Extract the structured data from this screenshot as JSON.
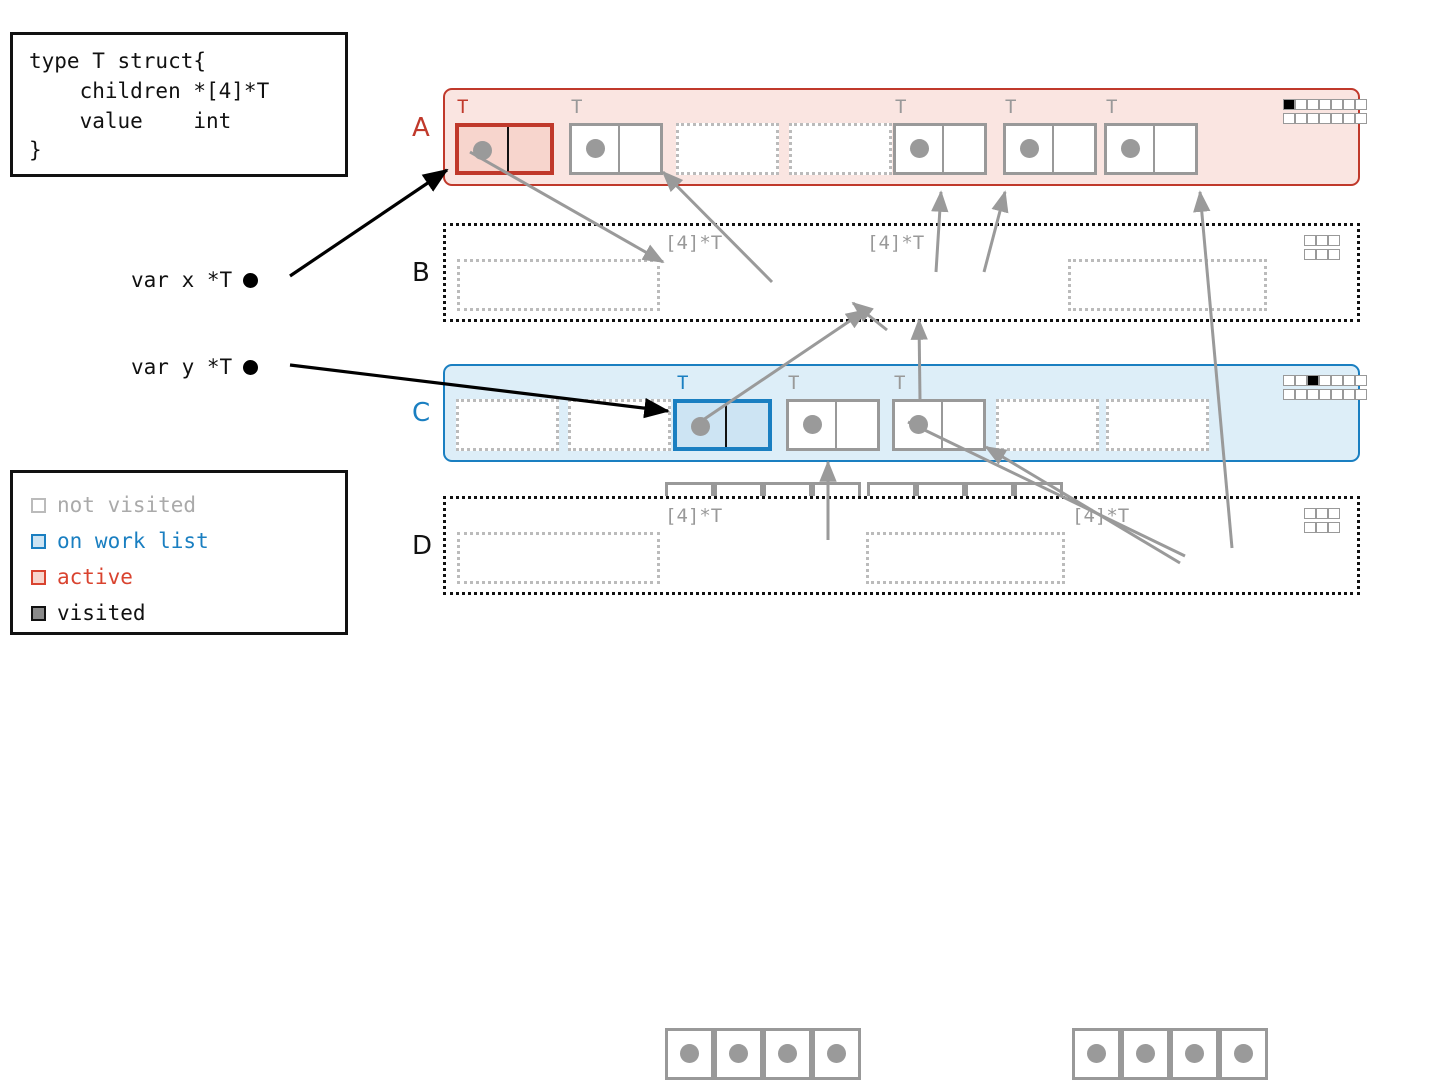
{
  "code_box": {
    "name": "type-definition",
    "text": "type T struct{\n    children *[4]*T\n    value    int\n}"
  },
  "legend": {
    "items": [
      {
        "label": "not visited",
        "color": "#aaaaaa",
        "fill": "#ffffff",
        "text_color": "#aaaaaa"
      },
      {
        "label": "on work list",
        "color": "#1a7fc1",
        "fill": "#cde4f3",
        "text_color": "#1a7fc1"
      },
      {
        "label": "active",
        "color": "#d9432f",
        "fill": "#f7d5cd",
        "text_color": "#d9432f"
      },
      {
        "label": "visited",
        "color": "#111111",
        "fill": "#8a8a8a",
        "text_color": "#111111"
      }
    ]
  },
  "variables": [
    {
      "label": "var x *T",
      "points_to": "row-a-cell-0"
    },
    {
      "label": "var y *T",
      "points_to": "row-c-cell-2"
    }
  ],
  "colors": {
    "active_border": "#c0392b",
    "active_fill": "#f7d5cd",
    "worklist_border": "#1a7fc1",
    "worklist_fill": "#cde4f3",
    "row_a_band": "#fae5e1",
    "row_c_band": "#ddeef8",
    "not_visited": "#999999",
    "pointer_arrow": "#9a9a9a",
    "root_arrow": "#000000"
  },
  "rows": [
    {
      "label": "A",
      "kind": "object-span",
      "state": "active",
      "border_style": "solid",
      "cells": [
        {
          "type": "object",
          "tag": "T",
          "state": "active",
          "has_pointer_field": true,
          "has_value_field": true
        },
        {
          "type": "object",
          "tag": "T",
          "state": "not-visited",
          "has_pointer_field": true,
          "has_value_field": true
        },
        {
          "type": "free",
          "tag": "",
          "state": "empty"
        },
        {
          "type": "free",
          "tag": "",
          "state": "empty"
        },
        {
          "type": "object",
          "tag": "T",
          "state": "not-visited",
          "has_pointer_field": true,
          "has_value_field": true
        },
        {
          "type": "object",
          "tag": "T",
          "state": "not-visited",
          "has_pointer_field": true,
          "has_value_field": true
        },
        {
          "type": "object",
          "tag": "T",
          "state": "not-visited",
          "has_pointer_field": true,
          "has_value_field": true
        }
      ],
      "bitmap": {
        "cols": 7,
        "rows": 2,
        "on": [
          [
            0,
            0
          ]
        ]
      }
    },
    {
      "label": "B",
      "kind": "array-span",
      "state": "not-visited",
      "border_style": "dashed",
      "cells": [
        {
          "type": "free",
          "tag": "",
          "state": "empty",
          "span": "wide"
        },
        {
          "type": "array",
          "tag": "[4]*T",
          "state": "not-visited",
          "slots": 4
        },
        {
          "type": "array",
          "tag": "[4]*T",
          "state": "not-visited",
          "slots": 4
        },
        {
          "type": "free",
          "tag": "",
          "state": "empty",
          "span": "wide"
        }
      ],
      "bitmap": {
        "cols": 3,
        "rows": 2,
        "on": []
      }
    },
    {
      "label": "C",
      "kind": "object-span",
      "state": "on-work-list",
      "border_style": "solid",
      "cells": [
        {
          "type": "free",
          "tag": "",
          "state": "empty"
        },
        {
          "type": "free",
          "tag": "",
          "state": "empty"
        },
        {
          "type": "object",
          "tag": "T",
          "state": "on-work-list",
          "has_pointer_field": true,
          "has_value_field": true
        },
        {
          "type": "object",
          "tag": "T",
          "state": "not-visited",
          "has_pointer_field": true,
          "has_value_field": true
        },
        {
          "type": "object",
          "tag": "T",
          "state": "not-visited",
          "has_pointer_field": true,
          "has_value_field": true
        },
        {
          "type": "free",
          "tag": "",
          "state": "empty"
        },
        {
          "type": "free",
          "tag": "",
          "state": "empty"
        }
      ],
      "bitmap": {
        "cols": 7,
        "rows": 2,
        "on": [
          [
            0,
            2
          ]
        ]
      }
    },
    {
      "label": "D",
      "kind": "array-span",
      "state": "not-visited",
      "border_style": "dotted",
      "cells": [
        {
          "type": "free",
          "tag": "",
          "state": "empty",
          "span": "wide"
        },
        {
          "type": "array",
          "tag": "[4]*T",
          "state": "not-visited",
          "slots": 4
        },
        {
          "type": "free",
          "tag": "",
          "state": "empty",
          "span": "wide"
        },
        {
          "type": "array",
          "tag": "[4]*T",
          "state": "not-visited",
          "slots": 4
        }
      ],
      "bitmap": {
        "cols": 3,
        "rows": 2,
        "on": []
      }
    }
  ]
}
